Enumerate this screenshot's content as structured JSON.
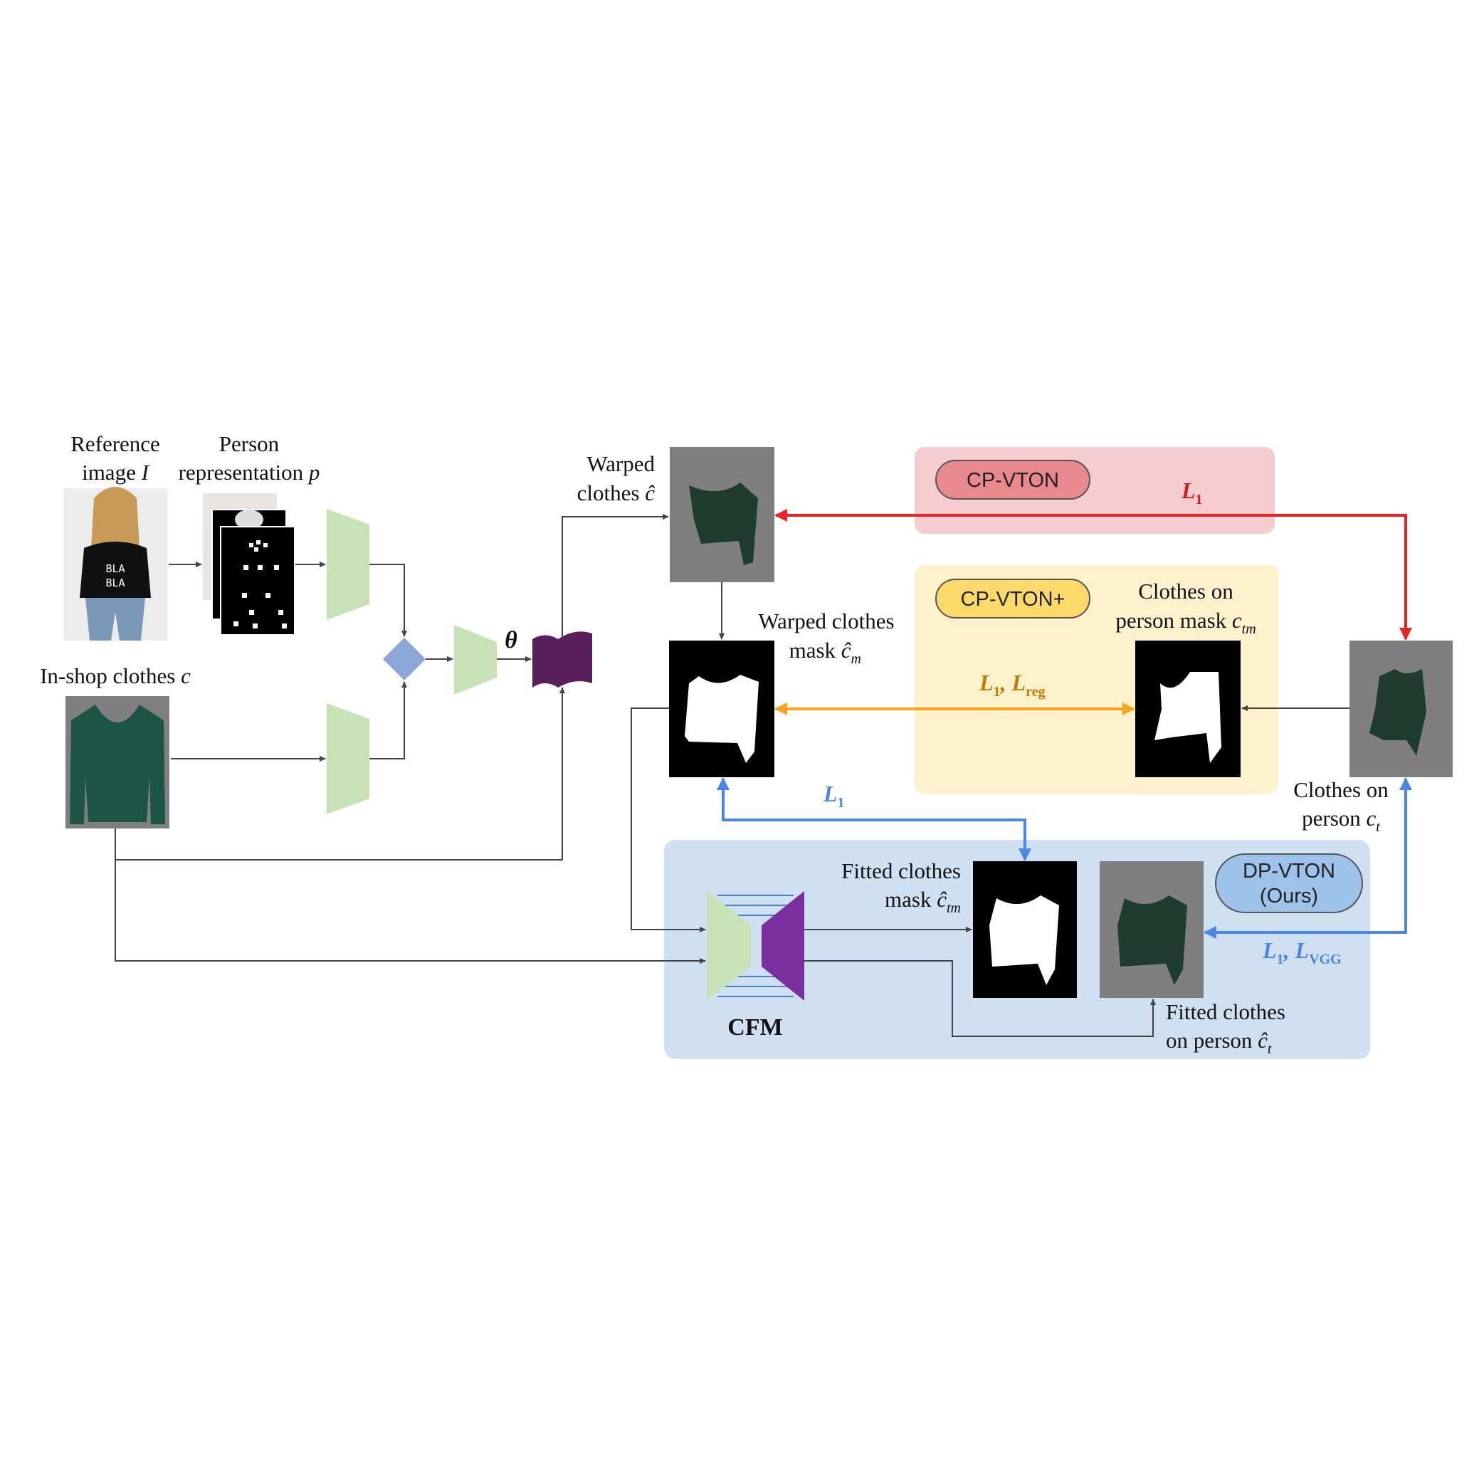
{
  "colors": {
    "red": "#ee2222",
    "orange": "#ffa31a",
    "blue": "#4a86e8",
    "green_module": "#c6e2b6",
    "purple_warp": "#5a1f5a",
    "purple_decoder": "#7a2f9e",
    "diamond": "#8aa7d8",
    "cp_vton_region": "#f5cdd0",
    "cp_vton_plus_region": "#fef1cc",
    "dp_vton_region": "#cfe0f3"
  },
  "labels": {
    "reference_line1": "Reference",
    "reference_line2_text": "image ",
    "reference_var": "I",
    "person_line1": "Person",
    "person_line2_text": "representation ",
    "person_var": "p",
    "inshop_text": "In-shop clothes ",
    "inshop_var": "c",
    "theta": "θ",
    "warped_line1": "Warped",
    "warped_line2_text": "clothes ",
    "warped_var": "ĉ",
    "warped_mask_line1": "Warped clothes",
    "warped_mask_line2_text": "mask ",
    "warped_mask_var": "ĉ",
    "warped_mask_sub": "m",
    "clothes_mask_line1": "Clothes on",
    "clothes_mask_line2_text": "person mask ",
    "clothes_mask_var": "c",
    "clothes_mask_sub": "tm",
    "clothes_person_line1": "Clothes on",
    "clothes_person_line2_text": "person ",
    "clothes_person_var": "c",
    "clothes_person_sub": "t",
    "fitted_mask_line1": "Fitted clothes",
    "fitted_mask_line2_text": "mask ",
    "fitted_mask_var": "ĉ",
    "fitted_mask_sub": "tm",
    "fitted_person_line1": "Fitted clothes",
    "fitted_person_line2_text": "on person ",
    "fitted_person_var": "ĉ",
    "fitted_person_sub": "t",
    "cfm": "CFM"
  },
  "tags": {
    "cp_vton": "CP-VTON",
    "cp_vton_plus": "CP-VTON+",
    "dp_vton_line1": "DP-VTON",
    "dp_vton_line2": "(Ours)"
  },
  "losses": {
    "red_L": "L",
    "red_sub": "1",
    "orange_L1": "L",
    "orange_L1_sub": "1",
    "orange_sep": ", ",
    "orange_Lreg": "L",
    "orange_Lreg_sub": "reg",
    "blue_L": "L",
    "blue_sub": "1",
    "blue2_L1": "L",
    "blue2_L1_sub": "1",
    "blue2_sep": ", ",
    "blue2_Lvgg": "L",
    "blue2_Lvgg_sub": "VGG"
  },
  "images": {
    "reference_text1": "BLA",
    "reference_text2": "BLA"
  }
}
